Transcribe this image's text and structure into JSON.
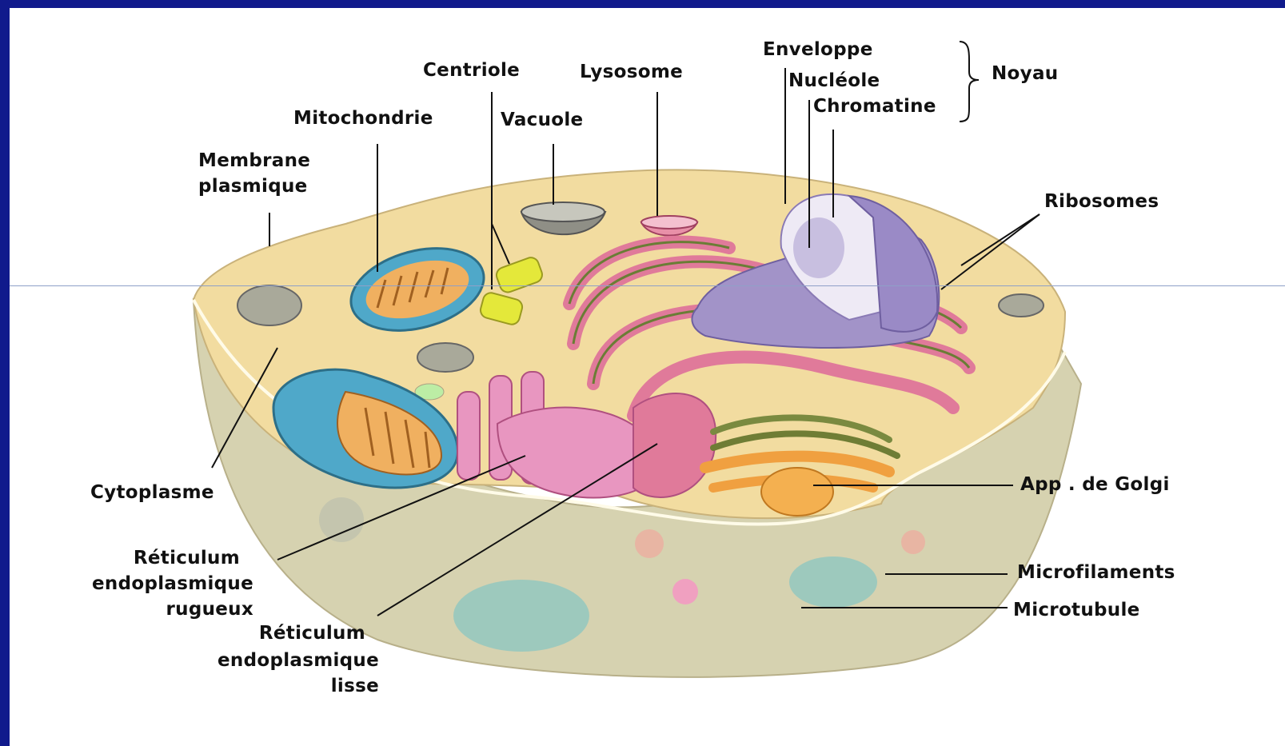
{
  "labels": {
    "enveloppe": "Enveloppe",
    "nucleole": "Nucléole",
    "chromatine": "Chromatine",
    "noyau": "Noyau",
    "centriole": "Centriole",
    "lysosome": "Lysosome",
    "mitochondrie": "Mitochondrie",
    "vacuole": "Vacuole",
    "membrane_line1": "Membrane",
    "membrane_line2": "plasmique",
    "ribosomes": "Ribosomes",
    "cytoplasme": "Cytoplasme",
    "golgi": "App . de Golgi",
    "rer_line1": "Réticulum",
    "rer_line2": "endoplasmique",
    "rer_line3": "rugueux",
    "rel_line1": "Réticulum",
    "rel_line2": "endoplasmique",
    "rel_line3": "lisse",
    "microfilaments": "Microfilaments",
    "microtubule": "Microtubule"
  },
  "colors": {
    "slide_border": "#101a8c",
    "cytoplasm": "#f2dca0",
    "cell_body": "#d6d2b0",
    "nucleus": "#a293c8",
    "er": "#e07a9a",
    "mitochondria": "#4fa8c9",
    "golgi": "#f0a040",
    "centriole": "#e4e83a"
  }
}
